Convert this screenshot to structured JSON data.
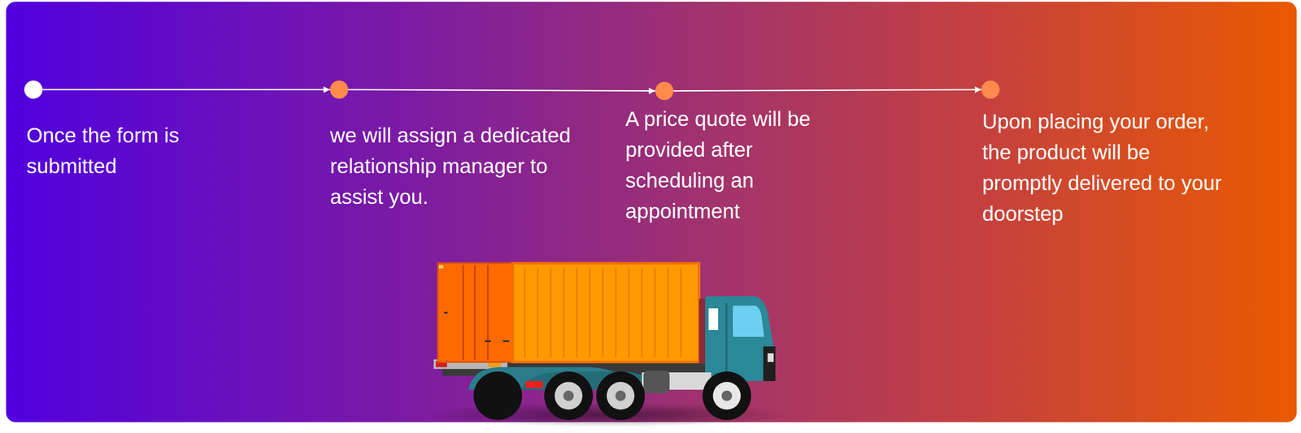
{
  "diagram": {
    "nodes": [
      {
        "text": [
          "Once the form is submitted"
        ]
      },
      {
        "text": [
          "we will assign a dedicated relationship manager to assist you."
        ]
      },
      {
        "text": [
          "A price quote will be provided after scheduling an appointment"
        ]
      },
      {
        "text": [
          "Upon placing your order, the product will be promptly delivered to your doorstep"
        ]
      }
    ],
    "edges": [
      {
        "from": 0,
        "to": 1,
        "arrow": "to"
      },
      {
        "from": 1,
        "to": 2,
        "arrow": "to"
      },
      {
        "from": 2,
        "to": 3,
        "arrow": "to"
      }
    ]
  }
}
